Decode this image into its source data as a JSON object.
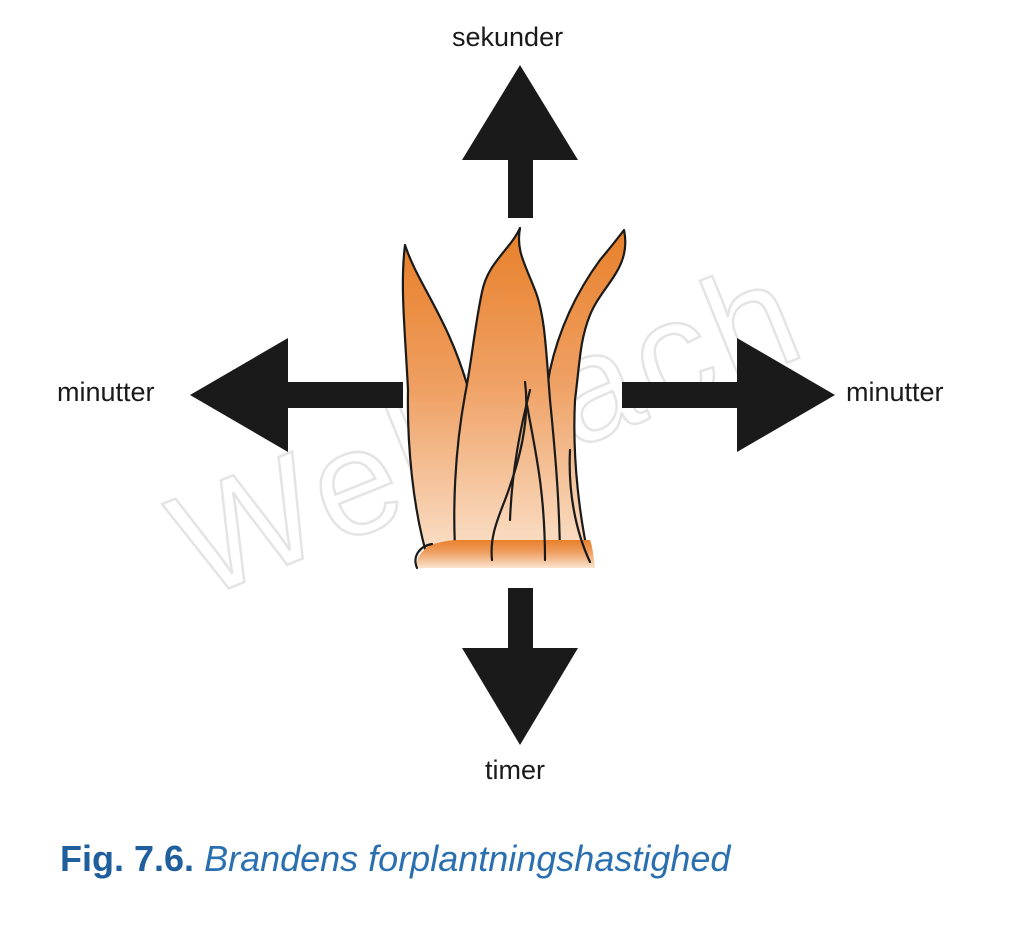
{
  "labels": {
    "up": "sekunder",
    "left": "minutter",
    "right": "minutter",
    "down": "timer"
  },
  "caption": {
    "figure_number": "Fig. 7.6.",
    "title": "Brandens forplantningshastighed"
  },
  "watermark": "Wellbach",
  "icons": {
    "center": "flame-icon",
    "arrows": [
      "arrow-up-icon",
      "arrow-left-icon",
      "arrow-right-icon",
      "arrow-down-icon"
    ]
  },
  "colors": {
    "arrow": "#1a1a1a",
    "flame_dark": "#e8802a",
    "flame_light": "#fbe4cf",
    "caption": "#1f5f9e"
  }
}
